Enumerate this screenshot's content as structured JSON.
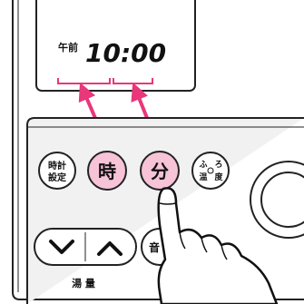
{
  "display": {
    "am_label": "午前",
    "time": "10:00"
  },
  "buttons": {
    "clock_set": {
      "line1": "時計",
      "line2": "設定"
    },
    "hour": "時",
    "minute": "分",
    "furo_onsen": {
      "line1": "ふ",
      "line2": "ろ",
      "line3": "温",
      "line4": "度"
    },
    "partial_label": "音"
  },
  "volume": {
    "label": "湯 量"
  },
  "colors": {
    "accent": "#e8377b",
    "highlight_fill": "#f7c3d6",
    "panel_bg": "#f1f1f1"
  },
  "icons": {
    "down_chevron": "chevron-down-icon",
    "up_chevron": "chevron-up-icon",
    "pointing_hand": "pointing-hand-icon",
    "knob": "rotary-knob-icon"
  }
}
